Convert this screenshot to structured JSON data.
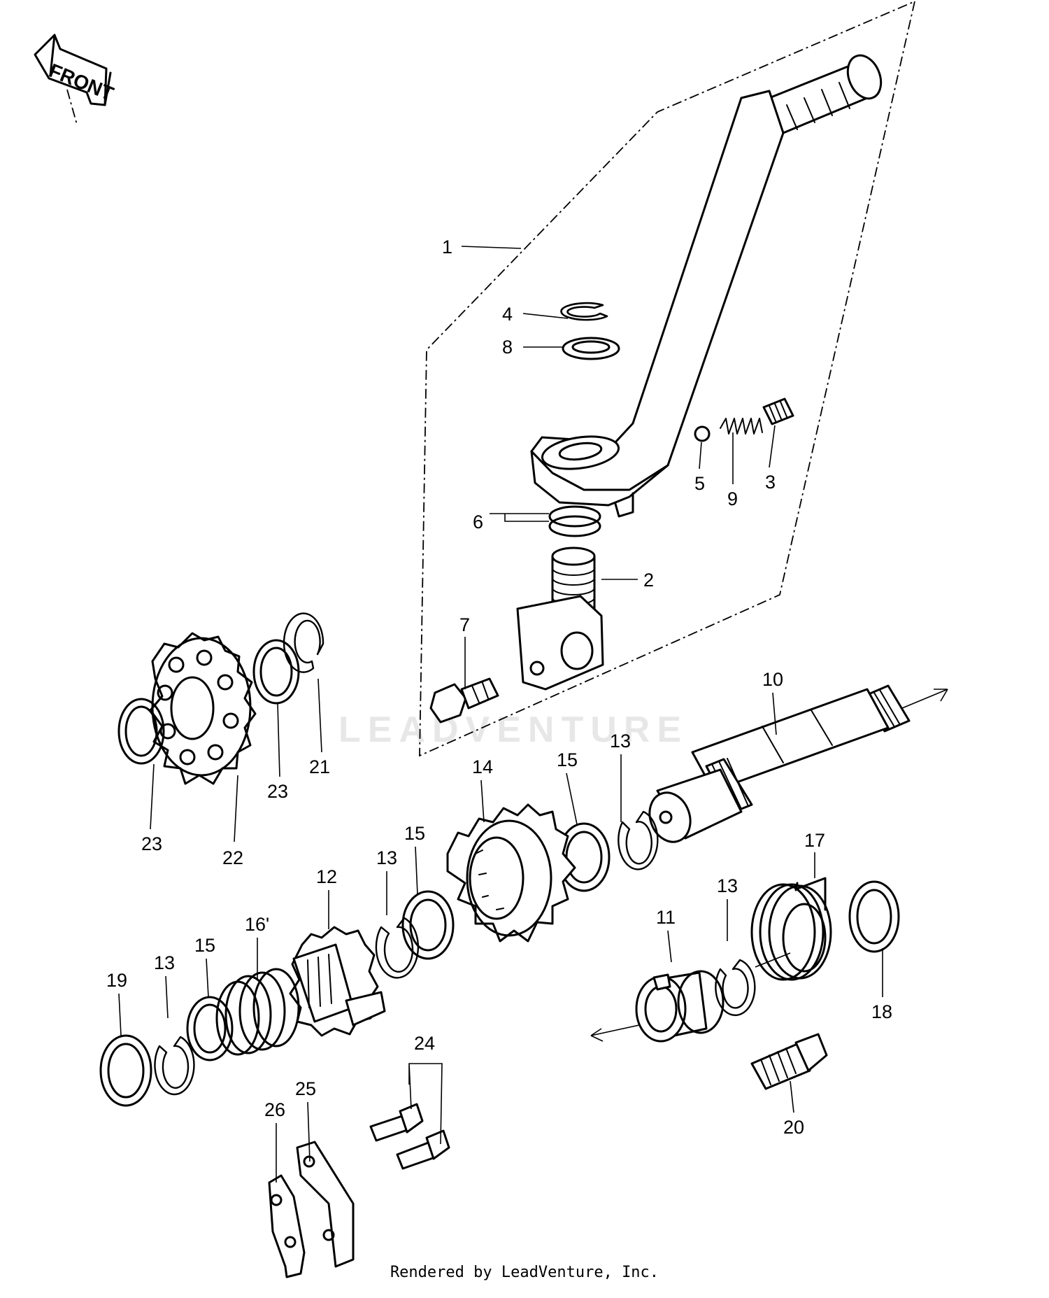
{
  "footer": {
    "text": "Rendered by LeadVenture, Inc."
  },
  "front_badge": {
    "text": "FRONT"
  },
  "watermark": {
    "text": "LEADVENTURE"
  },
  "callouts": {
    "c1": "1",
    "c2": "2",
    "c3": "3",
    "c4": "4",
    "c5": "5",
    "c6": "6",
    "c7": "7",
    "c8": "8",
    "c9": "9",
    "c10": "10",
    "c11": "11",
    "c12": "12",
    "c13a": "13",
    "c13b": "13",
    "c13c": "13",
    "c13d": "13",
    "c14": "14",
    "c15a": "15",
    "c15b": "15",
    "c15c": "15",
    "c16": "16'",
    "c17": "17",
    "c18": "18",
    "c19": "19",
    "c20": "20",
    "c21": "21",
    "c22": "22",
    "c23a": "23",
    "c23b": "23",
    "c24": "24",
    "c25": "25",
    "c26": "26"
  }
}
